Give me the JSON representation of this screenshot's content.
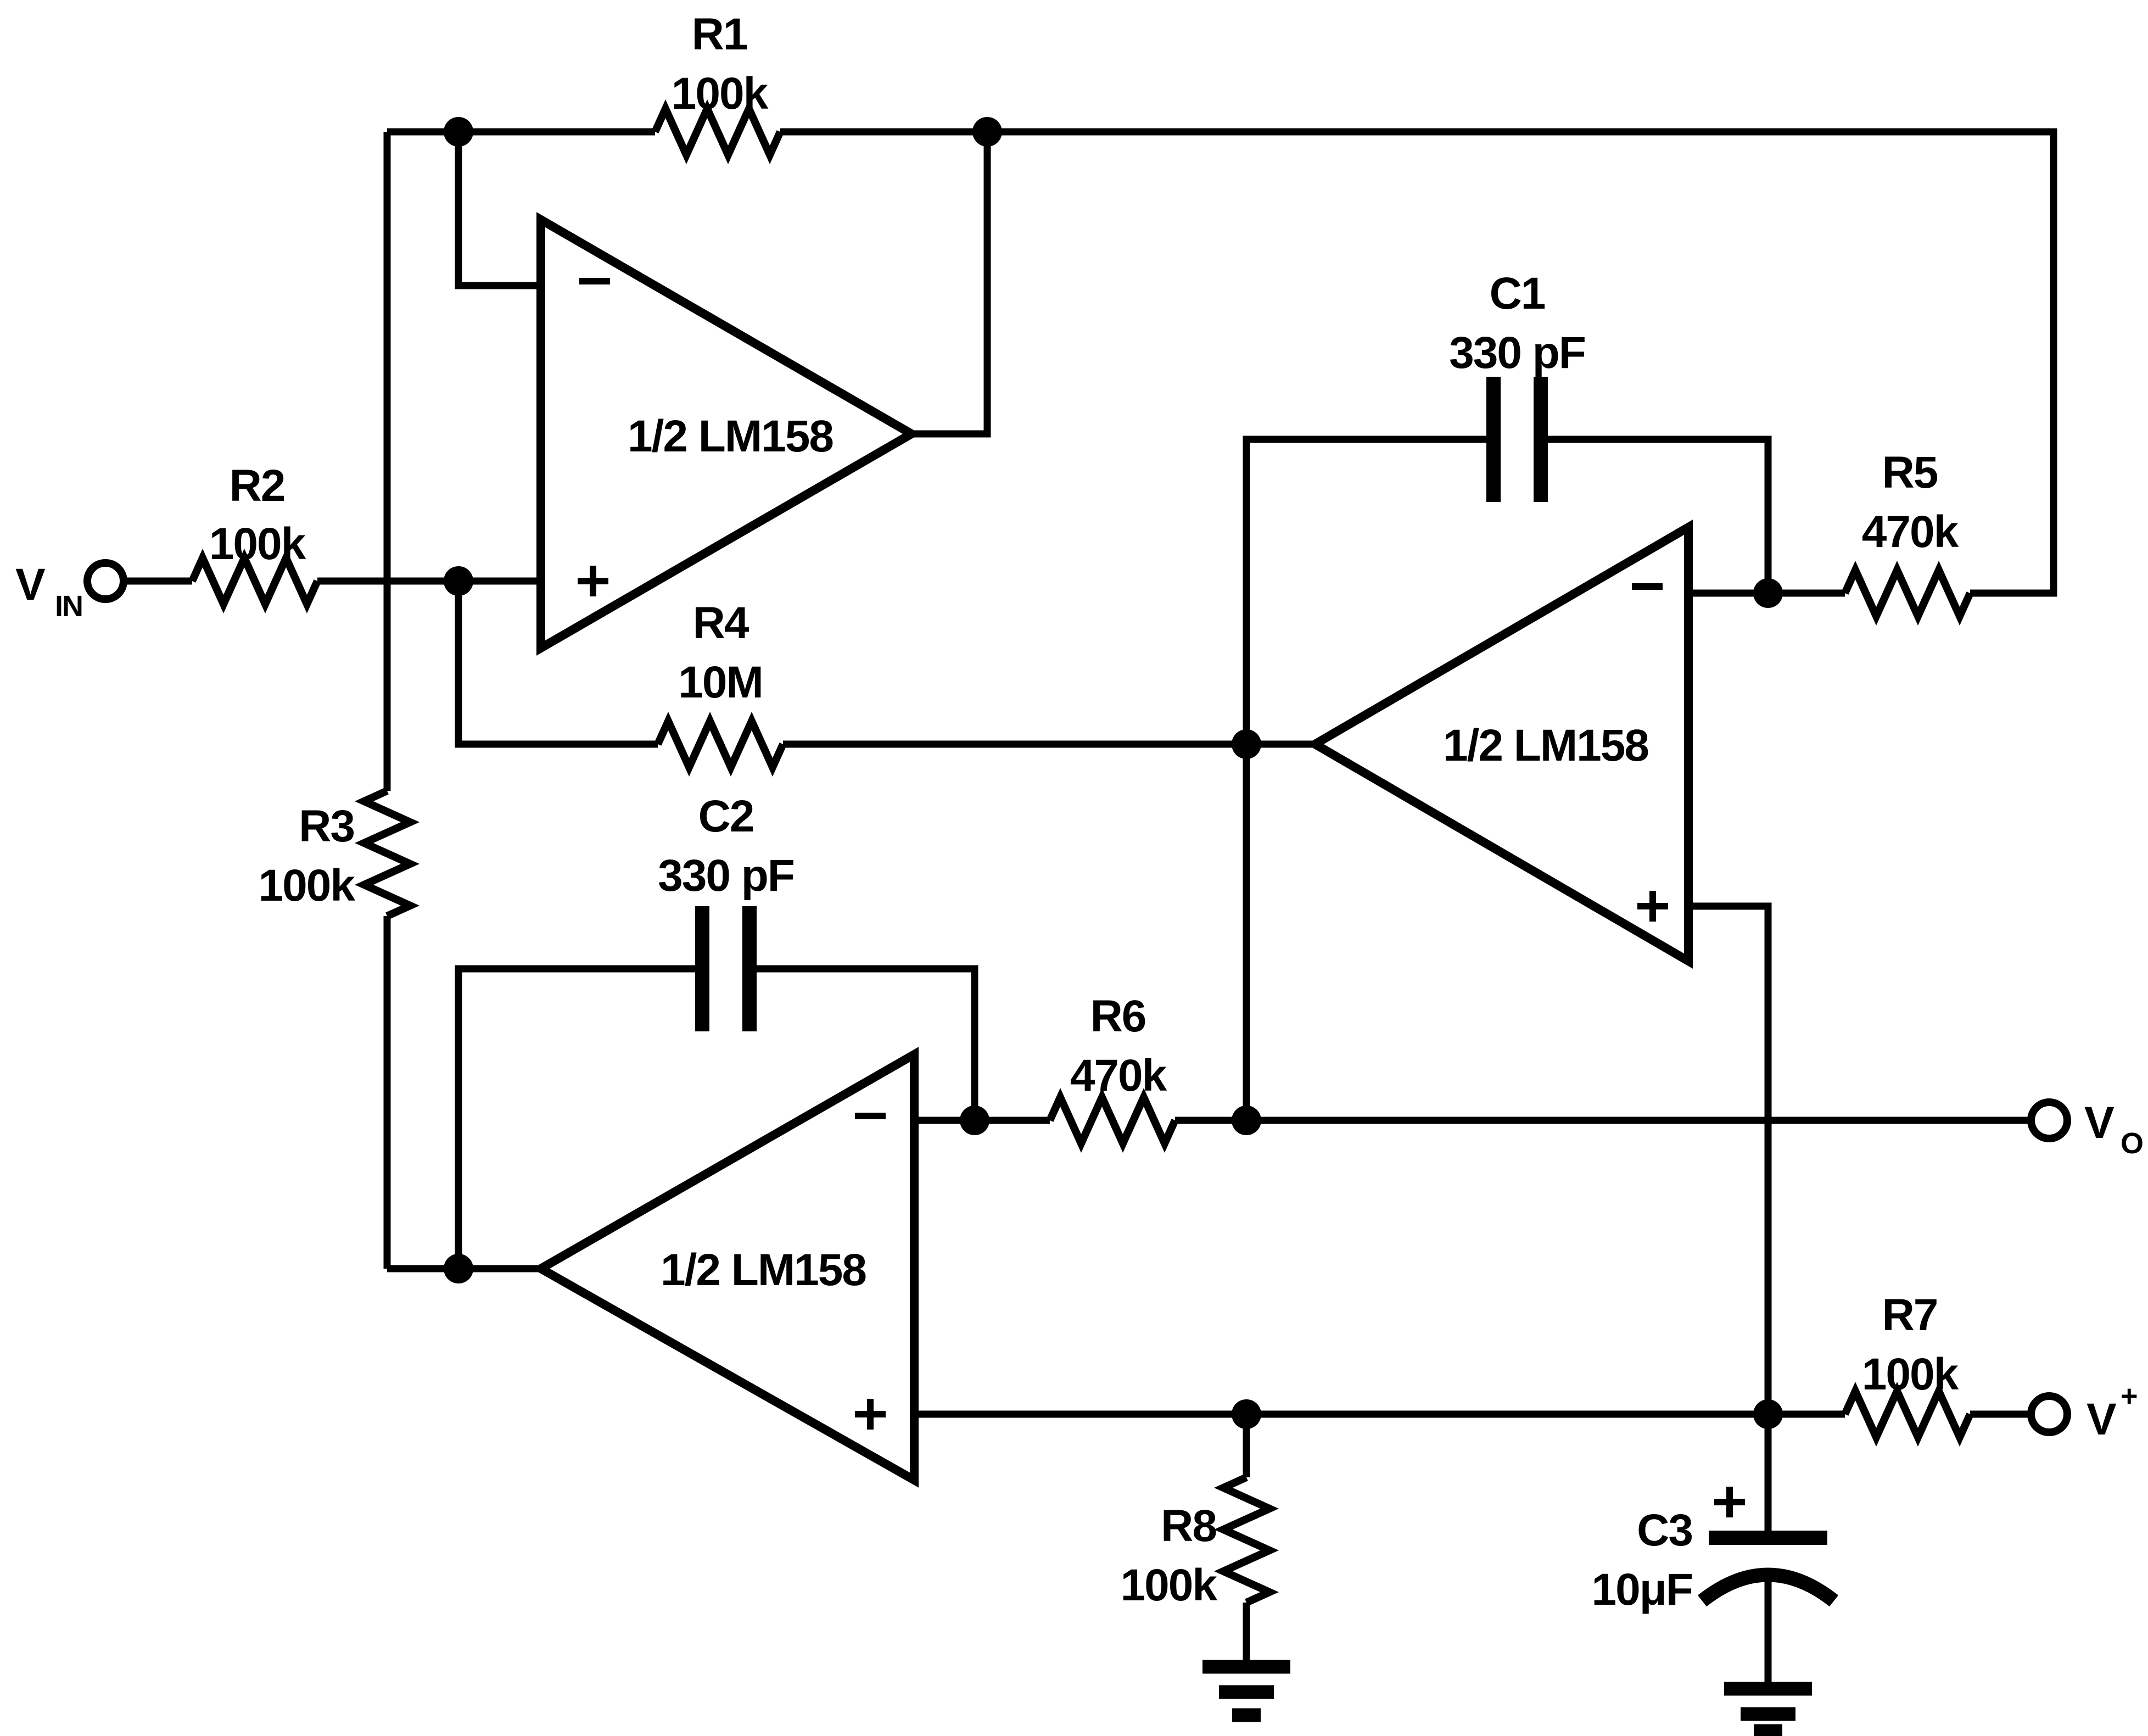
{
  "components": {
    "r1": {
      "ref": "R1",
      "value": "100k"
    },
    "r2": {
      "ref": "R2",
      "value": "100k"
    },
    "r3": {
      "ref": "R3",
      "value": "100k"
    },
    "r4": {
      "ref": "R4",
      "value": "10M"
    },
    "r5": {
      "ref": "R5",
      "value": "470k"
    },
    "r6": {
      "ref": "R6",
      "value": "470k"
    },
    "r7": {
      "ref": "R7",
      "value": "100k"
    },
    "r8": {
      "ref": "R8",
      "value": "100k"
    },
    "c1": {
      "ref": "C1",
      "value": "330 pF"
    },
    "c2": {
      "ref": "C2",
      "value": "330 pF"
    },
    "c3": {
      "ref": "C3",
      "value": "10μF"
    }
  },
  "opamps": {
    "a1": {
      "label": "1/2 LM158"
    },
    "a2": {
      "label": "1/2 LM158"
    },
    "a3": {
      "label": "1/2 LM158"
    }
  },
  "terminals": {
    "vin": {
      "base": "V",
      "sub": "IN"
    },
    "vout": {
      "base": "V",
      "sub": "O"
    },
    "vplus": {
      "base": "V",
      "sup": "+"
    }
  },
  "colors": {
    "ink": "#000000",
    "background": "#ffffff"
  }
}
